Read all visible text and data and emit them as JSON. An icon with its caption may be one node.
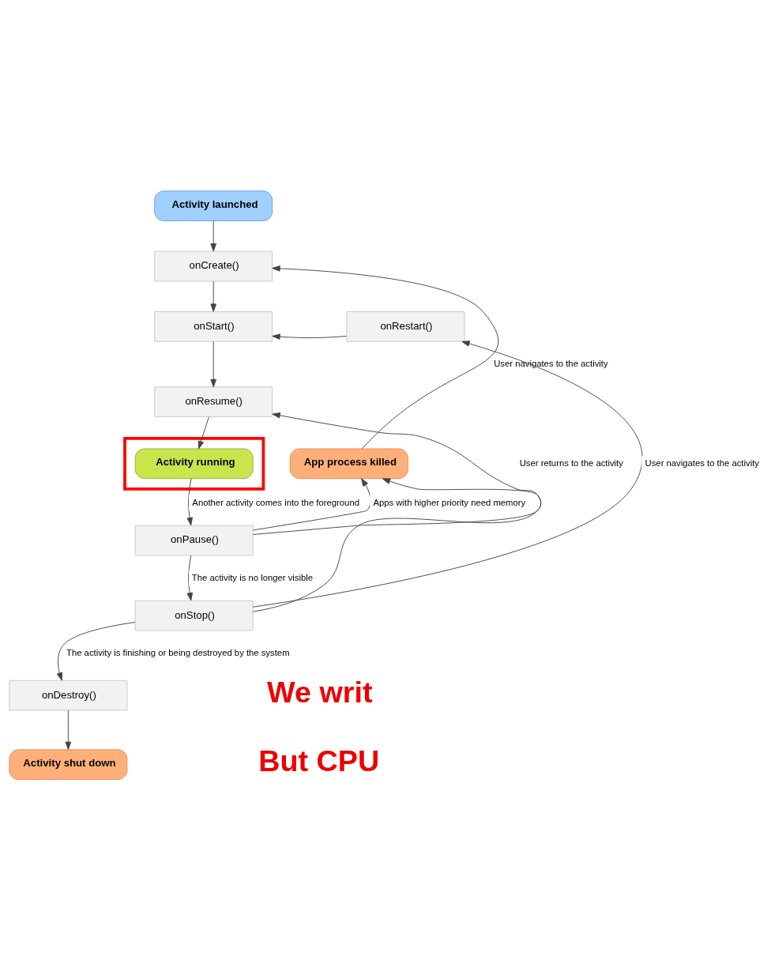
{
  "diagram": {
    "nodes": [
      {
        "text": [
          "Activity launched"
        ]
      },
      {
        "text": [
          "onCreate()"
        ]
      },
      {
        "text": [
          "onStart()"
        ]
      },
      {
        "text": [
          "onRestart()"
        ]
      },
      {
        "text": [
          "onResume()"
        ]
      },
      {
        "text": [],
        "shape": "box"
      },
      {
        "text": [
          "Activity running"
        ],
        "in": 5
      },
      {
        "text": [
          "App process killed"
        ]
      },
      {
        "text": [
          "onPause()"
        ]
      },
      {
        "text": [
          "onStop()"
        ]
      },
      {
        "text": [
          "onDestroy()"
        ]
      },
      {
        "text": [
          "Activity shut down"
        ]
      }
    ],
    "edges": [
      {
        "from": 0,
        "to": 1,
        "arrow": "to"
      },
      {
        "from": 1,
        "to": 2,
        "arrow": "to"
      },
      {
        "from": 2,
        "to": 4,
        "arrow": "to"
      },
      {
        "from": 4,
        "to": 6,
        "arrow": "to"
      },
      {
        "from": 6,
        "to": 8,
        "arrow": "to",
        "label": "Another activity comes into the foreground"
      },
      {
        "from": 8,
        "to": 4,
        "arrow": "to",
        "label": "User returns to the activity"
      },
      {
        "from": 8,
        "to": 7,
        "arrow": "to",
        "label": "Apps with higher priority need memory"
      },
      {
        "from": 7,
        "to": 1,
        "arrow": "to",
        "label": "User navigates to the activity"
      },
      {
        "from": 8,
        "to": 9,
        "arrow": "to",
        "label": "The activity is no longer visible"
      },
      {
        "from": 9,
        "to": 7,
        "arrow": "to"
      },
      {
        "from": 9,
        "to": 3,
        "arrow": "to",
        "label": "User navigates to the activity"
      },
      {
        "from": 3,
        "to": 2,
        "arrow": "to"
      },
      {
        "from": 9,
        "to": 10,
        "arrow": "to",
        "label": "The activity is finishing or being destroyed by the system"
      },
      {
        "from": 10,
        "to": 11,
        "arrow": "to"
      }
    ],
    "labels": [
      "We writ",
      "But CPU"
    ]
  }
}
